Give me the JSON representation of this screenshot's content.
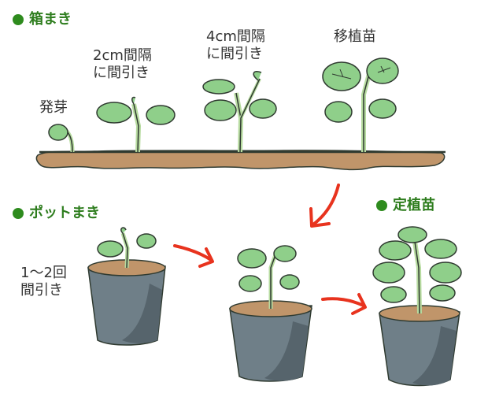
{
  "colors": {
    "heading": "#2e7d1e",
    "heading_dot": "#2e8b1e",
    "arrow": "#e8331e",
    "soil": "#c0956a",
    "leaf": "#8fcf8a",
    "stem": "#b7dba0",
    "pot": "#6f7f88",
    "pot_shadow": "#56646c",
    "outline": "#2f3a30"
  },
  "sections": {
    "box_sowing": {
      "heading": "箱まき",
      "icon": "green-dot-icon"
    },
    "pot_sowing": {
      "heading": "ポットまき",
      "icon": "green-dot-icon"
    },
    "transplant": {
      "heading": "定植苗",
      "icon": "green-dot-icon"
    }
  },
  "stages": {
    "germination": "発芽",
    "thin_2cm": "2cm間隔\nに間引き",
    "thin_4cm": "4cm間隔\nに間引き",
    "transplant_seedling": "移植苗"
  },
  "pot_note": "1～2回\n間引き"
}
